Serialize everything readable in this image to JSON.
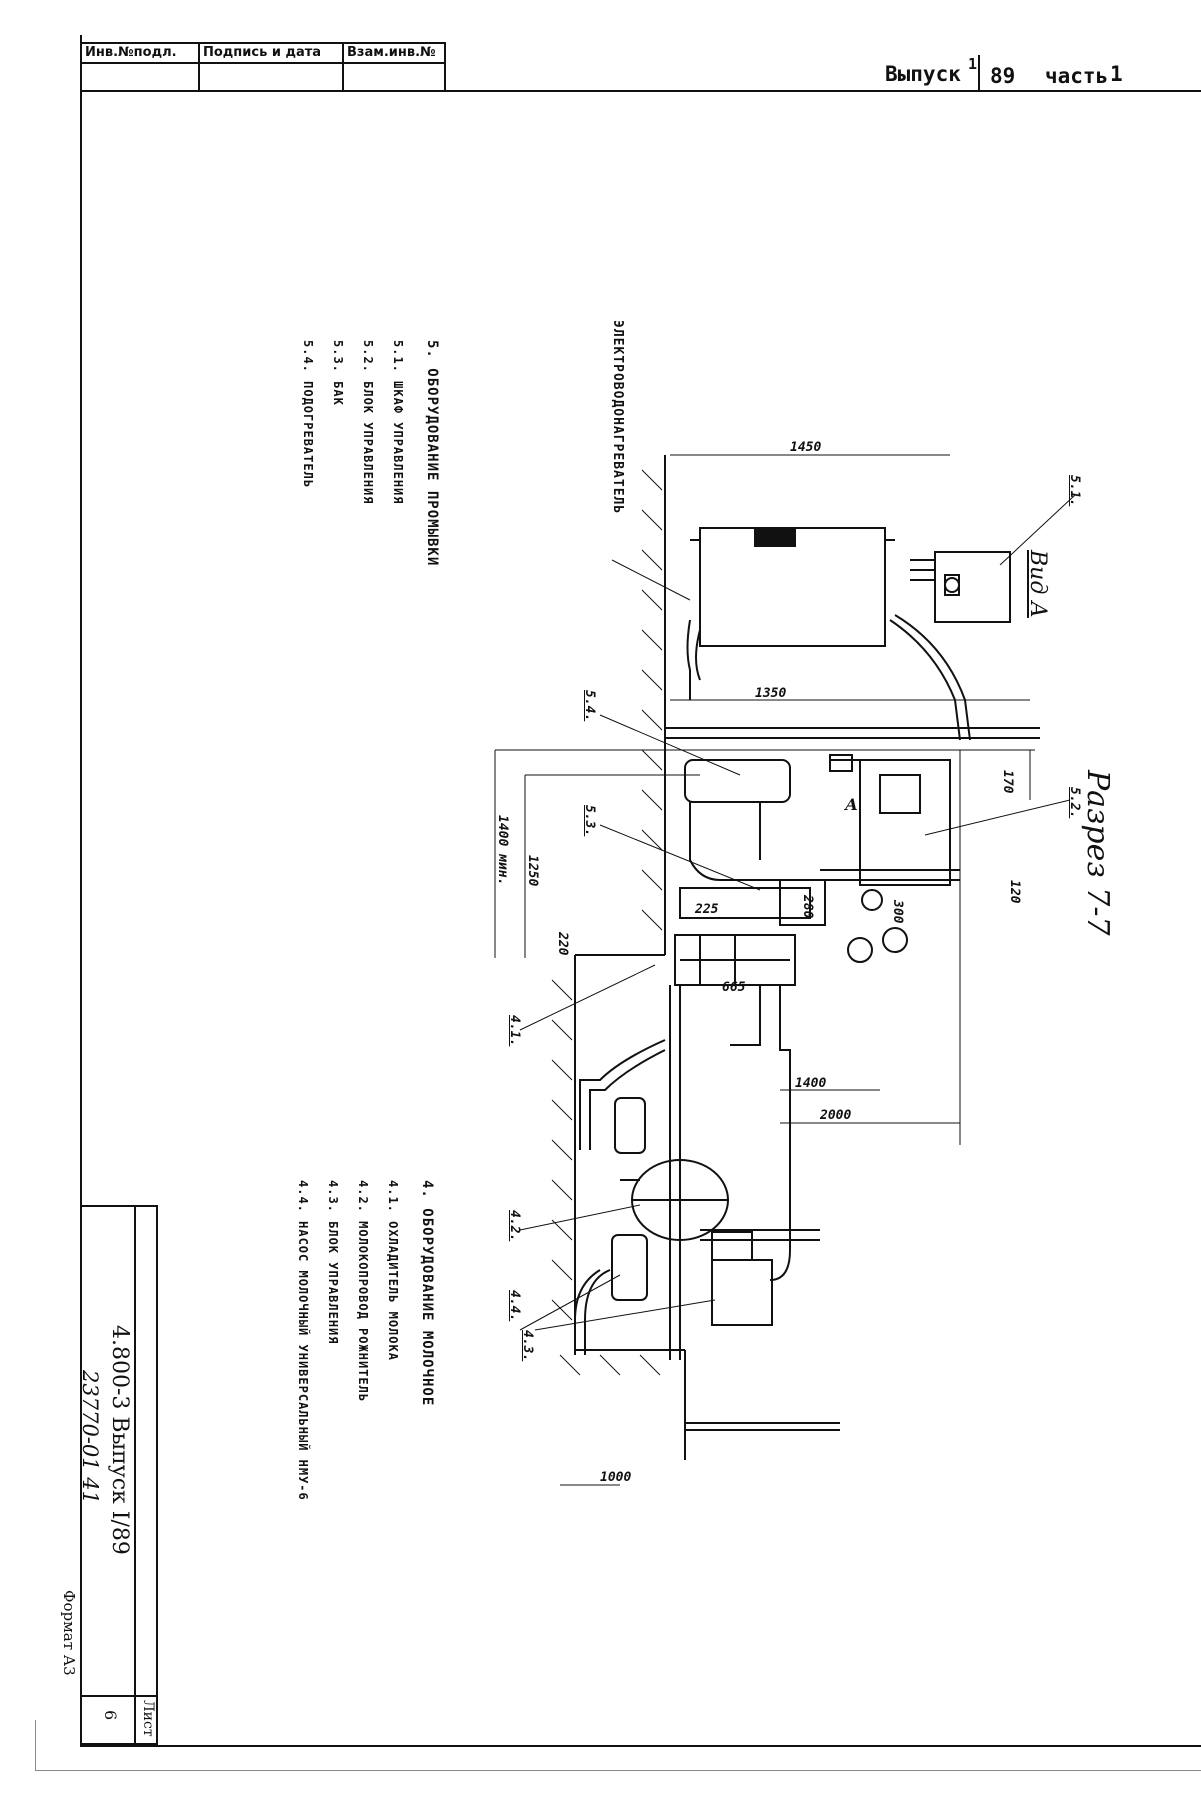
{
  "stamp": {
    "col1": "Инв.№подл.",
    "col2": "Подпись и дата",
    "col3": "Взам.инв.№"
  },
  "header": {
    "issue_label": "Выпуск",
    "issue_num": "1",
    "issue_year": "89",
    "part_label": "часть",
    "part_num": "1"
  },
  "drawing": {
    "section_title": "Разрез 7-7",
    "view_label": "Вид А",
    "view_marker": "А",
    "heater_label": "ЭЛЕКТРОВОДОНАГРЕВАТЕЛЬ",
    "callouts": [
      "5.1.",
      "5.2.",
      "5.3.",
      "5.4.",
      "4.1.",
      "4.2.",
      "4.3.",
      "4.4."
    ],
    "dimensions": [
      "1450",
      "1350",
      "1400 мин.",
      "1250",
      "220",
      "225",
      "280",
      "300",
      "170",
      "120",
      "665",
      "1400",
      "2000",
      "1000"
    ]
  },
  "legend_washing": {
    "title": "5. ОБОРУДОВАНИЕ ПРОМЫВКИ",
    "items": [
      "5.1. ШКАФ УПРАВЛЕНИЯ",
      "5.2. БЛОК УПРАВЛЕНИЯ",
      "5.3. БАК",
      "5.4. ПОДОГРЕВАТЕЛЬ"
    ]
  },
  "legend_milk": {
    "title": "4. ОБОРУДОВАНИЕ МОЛОЧНОЕ",
    "items": [
      "4.1. ОХЛАДИТЕЛЬ МОЛОКА",
      "4.2. МОЛОКОПРОВОД РОЖНИТЕЛЬ",
      "4.3. БЛОК УПРАВЛЕНИЯ",
      "4.4. НАСОС МОЛОЧНЫЙ УНИВЕРСАЛЬНЫЙ НМУ-6"
    ]
  },
  "title_block": {
    "doc_code": "4.800-3 Выпуск I/89",
    "drawing_num": "23770-01 41",
    "sheet_label": "Лист",
    "sheet_num": "6"
  },
  "format_label": "Формат А3"
}
